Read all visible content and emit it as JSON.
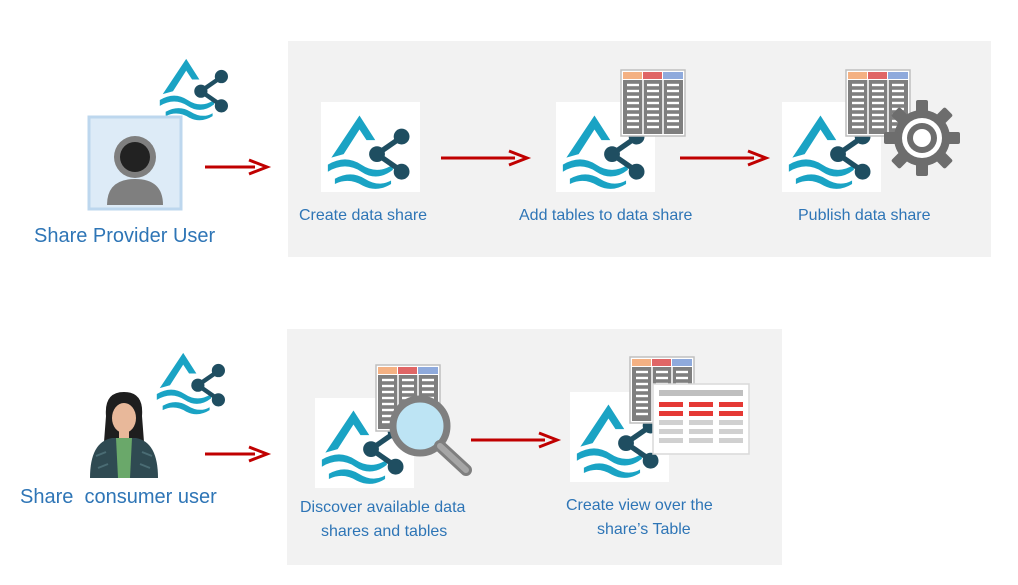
{
  "provider": {
    "role_label": "Share Provider User",
    "steps": [
      {
        "caption": "Create data share"
      },
      {
        "caption": "Add tables to data share"
      },
      {
        "caption": "Publish data share"
      }
    ]
  },
  "consumer": {
    "role_label": "Share  consumer user",
    "steps": [
      {
        "caption_lines": [
          "Discover available data",
          "shares and tables"
        ]
      },
      {
        "caption_lines": [
          "Create view over the",
          "share’s Table"
        ]
      }
    ]
  },
  "colors": {
    "accent_teal": "#1aa3c4",
    "node_dark": "#1f4e61",
    "arrow_red": "#c00000",
    "text_blue": "#2e75b6",
    "panel_gray": "#f2f2f2"
  }
}
